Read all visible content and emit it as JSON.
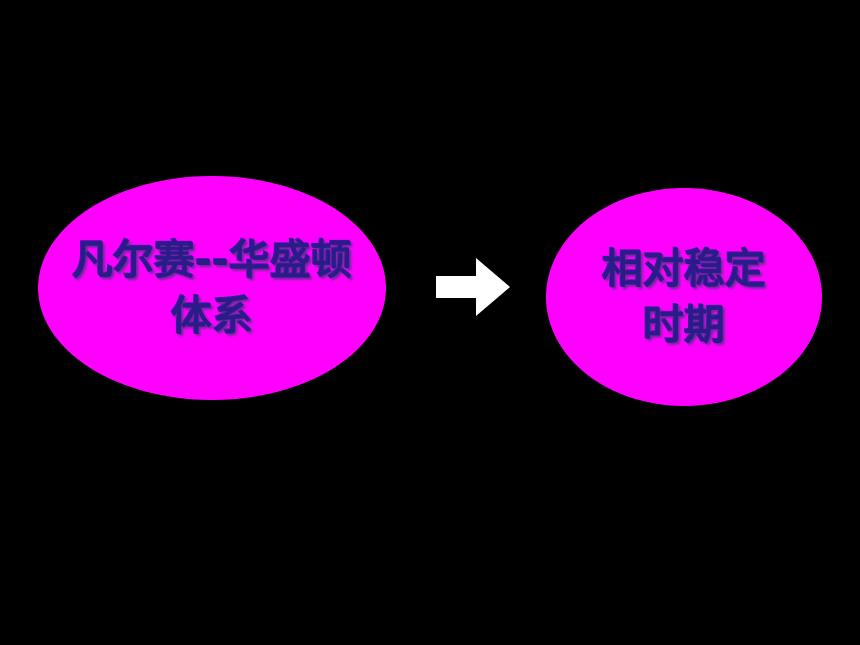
{
  "nodes": [
    {
      "lines": [
        "凡尔赛--华盛顿",
        "体系"
      ]
    },
    {
      "lines": [
        "相对稳定",
        "时期"
      ]
    }
  ],
  "connector": {
    "icon": "arrow-right-icon"
  },
  "colors": {
    "background": "#000000",
    "node_fill": "#ff00ff",
    "node_text": "#2a1a8a",
    "arrow": "#ffffff"
  }
}
